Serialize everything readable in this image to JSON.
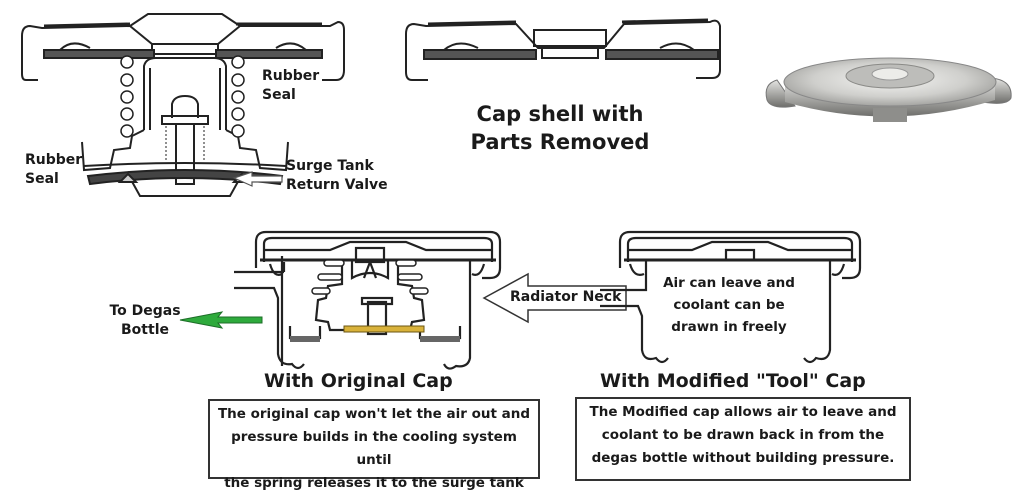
{
  "top_left_diagram": {
    "labels": {
      "rubber_seal_upper": [
        "Rubber",
        "Seal"
      ],
      "rubber_seal_lower": [
        "Rubber",
        "Seal"
      ],
      "surge_tank_return_valve": [
        "Surge Tank",
        "Return Valve"
      ]
    }
  },
  "top_center_diagram": {
    "caption": [
      "Cap shell with",
      "Parts Removed"
    ]
  },
  "top_right_photo": {
    "description": "radiator-cap-photo"
  },
  "original_cap_diagram": {
    "degas_label": [
      "To Degas",
      "Bottle"
    ],
    "arrow_color": "#2eaa3c",
    "seal_color": "#d9b23a",
    "heading": "With Original Cap",
    "description": [
      "The original cap won't let the air out and",
      "pressure builds in the cooling system until",
      "the spring releases it to the surge tank"
    ]
  },
  "radiator_neck_label": "Radiator Neck",
  "modified_cap_diagram": {
    "inner_note": [
      "Air can leave and",
      "coolant can be",
      "drawn in freely"
    ],
    "heading": "With Modified \"Tool\" Cap",
    "description": [
      "The Modified cap allows air to leave and",
      "coolant to be drawn back in from the",
      "degas bottle without building pressure."
    ]
  }
}
